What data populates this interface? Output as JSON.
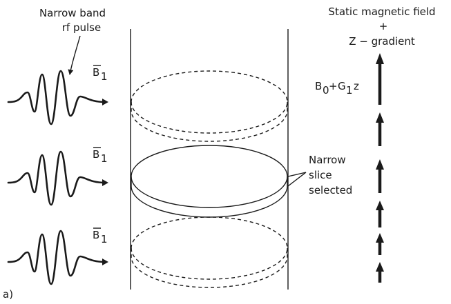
{
  "pulse_label": [
    "Narrow band",
    "rf pulse"
  ],
  "b1_label": {
    "main": "B",
    "sub": "1"
  },
  "field_title": [
    "Static magnetic field",
    "+",
    "Z  −  gradient"
  ],
  "field_expr": {
    "b": "B",
    "b_sub": "0",
    "plus": "+",
    "g": "G",
    "g_sub": "1",
    "z": "z"
  },
  "slice_label": [
    "Narrow",
    "slice",
    "selected"
  ],
  "panel_label": "a)",
  "colors": {
    "ink": "#1a1a1a",
    "background": "#ffffff"
  }
}
